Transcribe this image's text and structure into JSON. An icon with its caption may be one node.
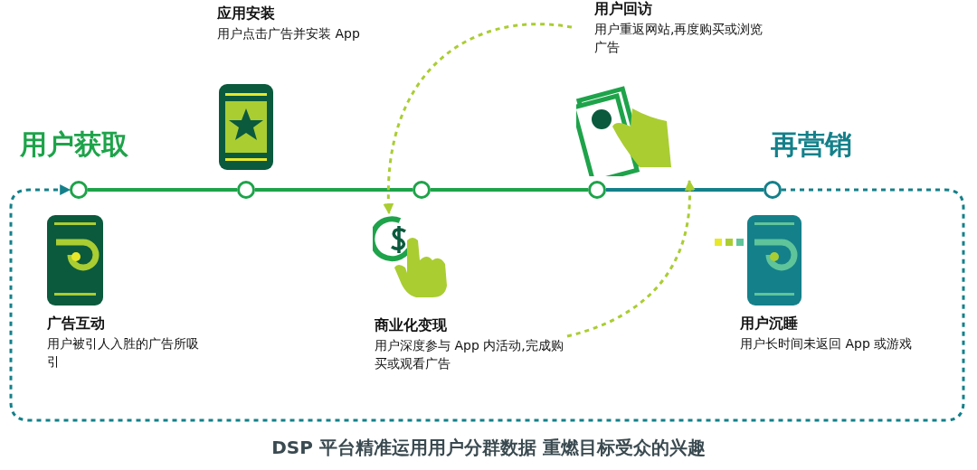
{
  "diagram": {
    "caption": "DSP 平台精准运用用户分群数据 重燃目标受众的兴趣",
    "nodes": [
      {
        "text": [
          "应用安装",
          "用户点击广告并安装 App"
        ]
      },
      {
        "text": [
          "用户回访",
          "用户重返网站,再度购买或浏览广告"
        ]
      },
      {
        "text": [],
        "shape": "circle"
      },
      {
        "text": [],
        "shape": "circle"
      },
      {
        "text": [],
        "shape": "circle"
      },
      {
        "text": [],
        "shape": "circle"
      },
      {
        "text": [],
        "shape": "circle"
      },
      {
        "text": [
          "广告互动",
          "用户被引人入胜的广告所吸引"
        ]
      },
      {
        "text": [
          "商业化变现",
          "用户深度参与 App 内活动,完成购买或观看广告"
        ]
      },
      {
        "text": [
          "用户沉睡",
          "用户长时间未返回 App 或游戏"
        ]
      }
    ],
    "edges": [
      {
        "from": 2,
        "to": 3,
        "arrow": "none"
      },
      {
        "from": 3,
        "to": 4,
        "arrow": "none"
      },
      {
        "from": 4,
        "to": 5,
        "arrow": "none"
      },
      {
        "from": 5,
        "to": 6,
        "arrow": "none",
        "color": "#14808a"
      },
      {
        "from": 6,
        "to": 2,
        "arrow": "to",
        "style": "dashed",
        "color": "#14808a"
      },
      {
        "from": 1,
        "to": 8,
        "arrow": "to",
        "style": "dashed",
        "color": "#aacd32"
      },
      {
        "from": 8,
        "to": 1,
        "arrow": "to",
        "style": "dashed",
        "color": "#aacd32"
      }
    ],
    "labels": [
      "用户获取",
      "再营销"
    ]
  }
}
